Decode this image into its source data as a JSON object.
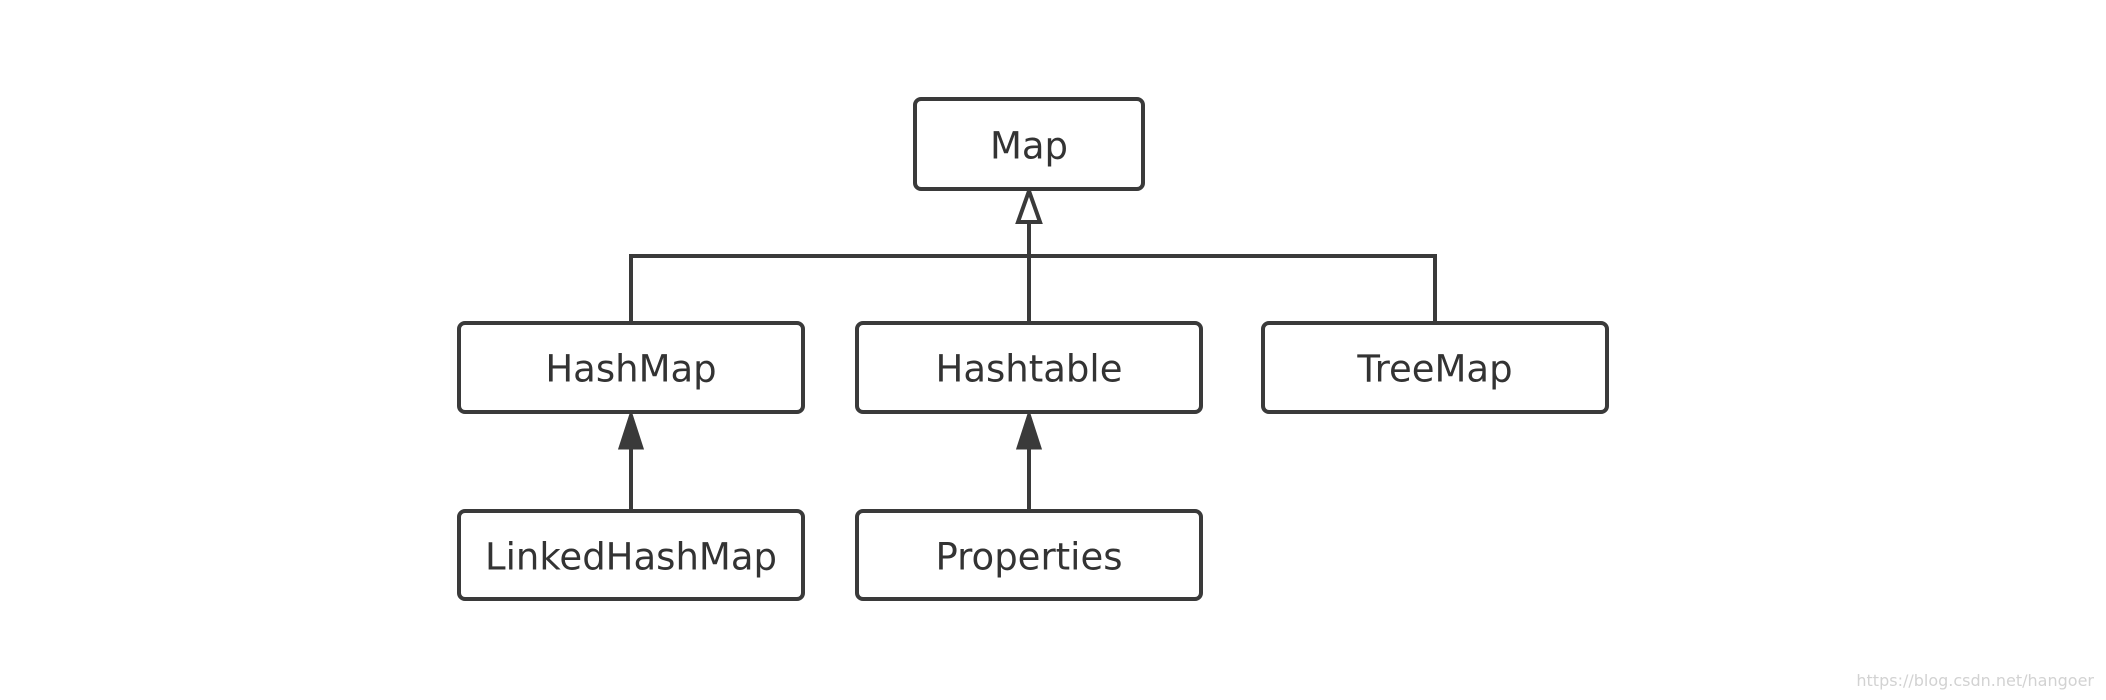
{
  "nodes": {
    "map": "Map",
    "hashmap": "HashMap",
    "hashtable": "Hashtable",
    "treemap": "TreeMap",
    "linkedhashmap": "LinkedHashMap",
    "properties": "Properties"
  },
  "edges": [
    {
      "from": "hashmap",
      "to": "map",
      "arrow": "hollow-triangle"
    },
    {
      "from": "hashtable",
      "to": "map",
      "arrow": "hollow-triangle"
    },
    {
      "from": "treemap",
      "to": "map",
      "arrow": "hollow-triangle"
    },
    {
      "from": "linkedhashmap",
      "to": "hashmap",
      "arrow": "filled-triangle"
    },
    {
      "from": "properties",
      "to": "hashtable",
      "arrow": "filled-triangle"
    }
  ],
  "colors": {
    "stroke": "#3a3a3a",
    "text": "#333333",
    "background": "#ffffff",
    "watermark": "#d2d2d2"
  },
  "watermark": "https://blog.csdn.net/hangoer"
}
